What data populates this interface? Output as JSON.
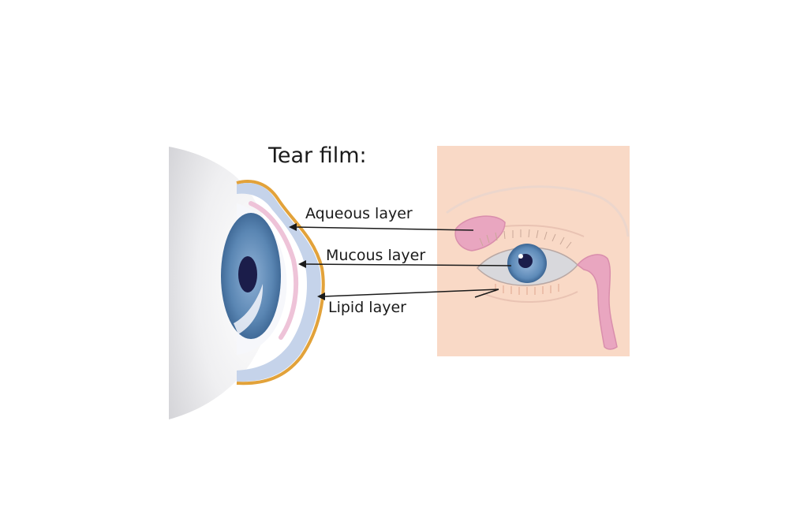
{
  "diagram": {
    "title": "Tear film:",
    "labels": {
      "aqueous": "Aqueous layer",
      "mucous": "Mucous layer",
      "lipid": "Lipid layer"
    }
  },
  "colors": {
    "sclera": "#e6e6e8",
    "iris": "#4f7ba6",
    "pupil": "#1b1d4a",
    "aqueous": "#c5d3ea",
    "mucous": "#eec3d8",
    "lipid": "#e2a23a",
    "skin": "#f9d9c6",
    "gland": "#e9a6c0"
  }
}
